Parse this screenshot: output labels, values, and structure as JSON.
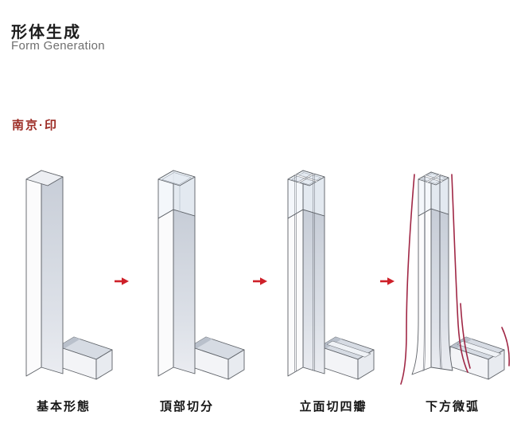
{
  "header": {
    "title": "形体生成",
    "subtitle": "Form Generation"
  },
  "project_label": "南京·印",
  "stages": [
    {
      "id": "basic-form",
      "caption": "基本形態"
    },
    {
      "id": "top-division",
      "caption": "頂部切分"
    },
    {
      "id": "facade-cut-four",
      "caption": "立面切四瓣"
    },
    {
      "id": "bottom-slight-arc",
      "caption": "下方微弧"
    }
  ],
  "icons": {
    "flow_arrow": "right-arrow"
  },
  "colors": {
    "arrow_red": "#ce2029",
    "curve_crimson": "#9b1c3c",
    "label_red": "#9c2b24",
    "outline_gray": "#5c6066",
    "title_black": "#1d1d1d",
    "subtitle_gray": "#6f6f6f"
  }
}
